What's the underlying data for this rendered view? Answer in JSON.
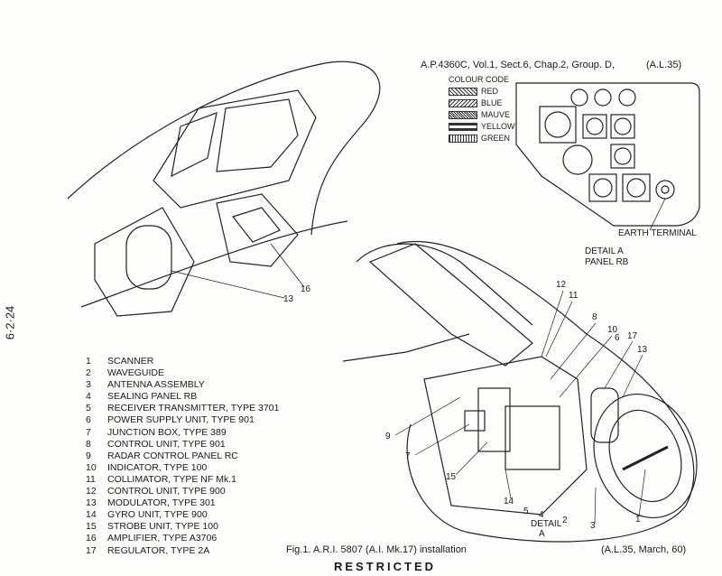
{
  "header": {
    "ref": "A.P.4360C, Vol.1, Sect.6, Chap.2, Group. D,",
    "amendment": "(A.L.35)"
  },
  "side_stamp": "6·2·24",
  "colour_code": {
    "title": "COLOUR CODE",
    "items": [
      "RED",
      "BLUE",
      "MAUVE",
      "YELLOW",
      "GREEN"
    ]
  },
  "detail": {
    "earth_terminal": "EARTH TERMINAL",
    "detail_label": "DETAIL  A",
    "panel_label": "PANEL  RB"
  },
  "legend": [
    {
      "n": "1",
      "text": "SCANNER"
    },
    {
      "n": "2",
      "text": "WAVEGUIDE"
    },
    {
      "n": "3",
      "text": "ANTENNA ASSEMBLY"
    },
    {
      "n": "4",
      "text": "SEALING PANEL RB"
    },
    {
      "n": "5",
      "text": "RECEIVER TRANSMITTER, TYPE 3701"
    },
    {
      "n": "6",
      "text": "POWER SUPPLY UNIT, TYPE 901"
    },
    {
      "n": "7",
      "text": "JUNCTION BOX, TYPE 389"
    },
    {
      "n": "8",
      "text": "CONTROL UNIT, TYPE 901"
    },
    {
      "n": "9",
      "text": "RADAR CONTROL PANEL RC"
    },
    {
      "n": "10",
      "text": "INDICATOR, TYPE 100"
    },
    {
      "n": "11",
      "text": "COLLIMATOR, TYPE NF Mk.1"
    },
    {
      "n": "12",
      "text": "CONTROL UNIT, TYPE 900"
    },
    {
      "n": "13",
      "text": "MODULATOR, TYPE 301"
    },
    {
      "n": "14",
      "text": "GYRO UNIT, TYPE 900"
    },
    {
      "n": "15",
      "text": "STROBE UNIT, TYPE 100"
    },
    {
      "n": "16",
      "text": "AMPLIFIER, TYPE A3706"
    },
    {
      "n": "17",
      "text": "REGULATOR, TYPE 2A"
    }
  ],
  "callouts": {
    "c16": "16",
    "c13a": "13",
    "c12": "12",
    "c11": "11",
    "c8": "8",
    "c10": "10",
    "c6": "6",
    "c17": "17",
    "c13b": "13",
    "c9": "9",
    "c7": "7",
    "c15": "15",
    "c14": "14",
    "c5": "5",
    "c4": "4",
    "detail_a": "DETAIL",
    "detail_a2": "A",
    "c2": "2",
    "c3": "3",
    "c1": "1"
  },
  "footer": {
    "caption": "Fig.1. A.R.I. 5807 (A.I. Mk.17) installation",
    "amendment": "(A.L.35, March, 60)",
    "classification": "RESTRICTED"
  }
}
